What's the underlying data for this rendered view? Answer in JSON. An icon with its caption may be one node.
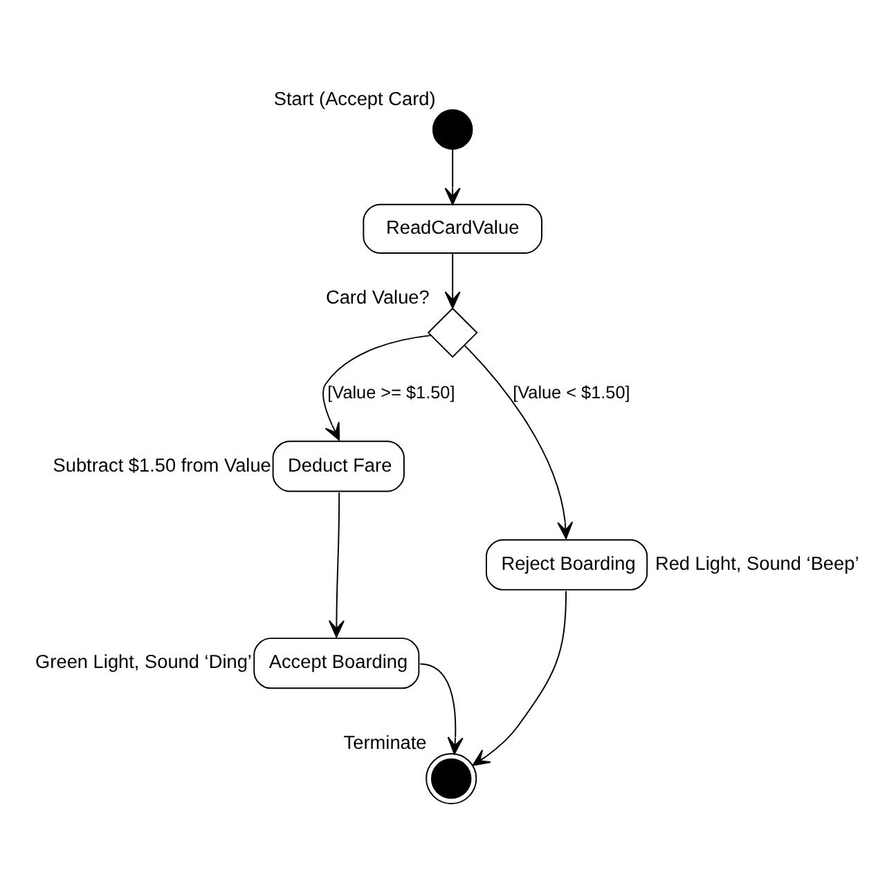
{
  "diagram": {
    "nodes": [
      {
        "text": [],
        "shape": "circle",
        "beside": [
          "Start (Accept Card)"
        ]
      },
      {
        "text": [
          "ReadCardValue"
        ]
      },
      {
        "text": [],
        "shape": "diamond",
        "beside": [
          "Card Value?"
        ]
      },
      {
        "text": [
          "Deduct Fare"
        ],
        "beside": [
          "Subtract $1.50 from Value"
        ]
      },
      {
        "text": [
          "Accept Boarding"
        ],
        "beside": [
          "Green Light, Sound ‘Ding’"
        ]
      },
      {
        "text": [
          "Reject Boarding"
        ],
        "beside": [
          "Red Light, Sound ‘Beep’"
        ]
      },
      {
        "text": [],
        "shape": "circle",
        "beside": [
          "Terminate"
        ]
      }
    ],
    "edges": [
      {
        "from": 0,
        "to": 1,
        "arrow": "to"
      },
      {
        "from": 1,
        "to": 2,
        "arrow": "to"
      },
      {
        "from": 2,
        "to": 3,
        "arrow": "to",
        "label": "[Value >= $1.50]"
      },
      {
        "from": 2,
        "to": 5,
        "arrow": "to",
        "label": "[Value < $1.50]"
      },
      {
        "from": 3,
        "to": 4,
        "arrow": "to"
      },
      {
        "from": 4,
        "to": 6,
        "arrow": "to"
      },
      {
        "from": 5,
        "to": 6,
        "arrow": "to"
      }
    ]
  }
}
